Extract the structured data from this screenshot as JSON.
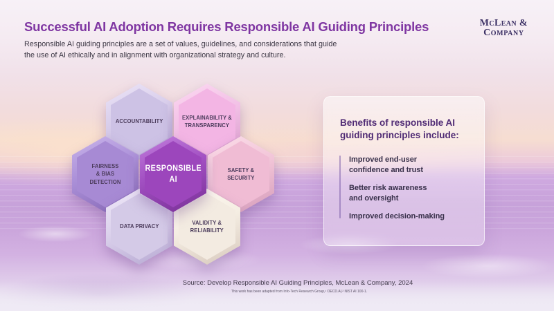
{
  "header": {
    "title": "Successful AI Adoption Requires Responsible AI Guiding Principles",
    "subtitle": "Responsible AI guiding principles are a set of values, guidelines, and considerations that guide\nthe use of AI ethically and in alignment with organizational strategy and culture.",
    "logo": {
      "line1": "McLean &",
      "line2": "Company"
    }
  },
  "diagram": {
    "center": {
      "id": "responsible-ai",
      "label": "RESPONSIBLE\nAI",
      "color": "#9c46bc",
      "text_color": "#ffffff"
    },
    "hexagons": [
      {
        "id": "accountability",
        "label": "ACCOUNTABILITY",
        "color": "#cdc2e5"
      },
      {
        "id": "explainability-transparency",
        "label": "EXPLAINABILITY &\nTRANSPARENCY",
        "color": "#f3b5e4"
      },
      {
        "id": "fairness-bias-detection",
        "label": "FAIRNESS\n& BIAS\nDETECTION",
        "color": "#a78ad4"
      },
      {
        "id": "safety-security",
        "label": "SAFETY &\nSECURITY",
        "color": "#f0bcd4"
      },
      {
        "id": "data-privacy",
        "label": "DATA PRIVACY",
        "color": "#d4cae7"
      },
      {
        "id": "validity-reliability",
        "label": "VALIDITY &\nRELIABILITY",
        "color": "#f3ebe1"
      }
    ]
  },
  "benefits": {
    "title": "Benefits of responsible AI\nguiding principles include:",
    "items": [
      "Improved end-user\nconfidence and trust",
      "Better risk awareness\nand oversight",
      "Improved decision-making"
    ]
  },
  "footer": {
    "source": "Source: Develop Responsible AI Guiding Principles, McLean & Company, 2024",
    "note": "This work has been adapted from Info-Tech Research Group,¹ OECD.AI,² NIST AI 100-1."
  },
  "colors": {
    "title_text": "#7f36a2",
    "subtitle_text": "#3d3845",
    "logo_text": "#3a2e63",
    "hex_label_text": "#4c3c5c",
    "benefits_title_text": "#4f2a74",
    "benefits_body_text": "#38304a",
    "water_purple": "#c7a2da",
    "horizon_peach": "#f6ddd1"
  }
}
